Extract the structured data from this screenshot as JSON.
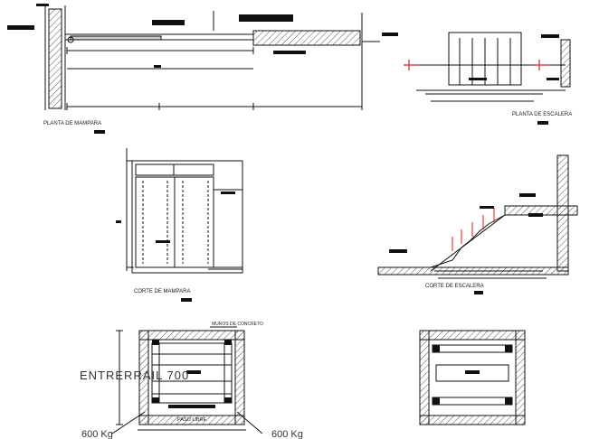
{
  "labels": {
    "planta_mampara": "PLANTA DE MAMPARA",
    "planta_escalera": "PLANTA DE ESCALERA",
    "corte_mampara": "CORTE DE MAMPARA",
    "corte_escalera": "CORTE DE ESCALERA",
    "muros_concreto": "MUROS DE CONCRETO",
    "paso_libre": "PASO LIBRE",
    "entrerrail": "ENTRERRAIL 700",
    "load_left": "600 Kg",
    "load_right": "600 Kg"
  },
  "colors": {
    "line": "#111111",
    "accent": "#d81b1b",
    "hatch": "#555555"
  }
}
